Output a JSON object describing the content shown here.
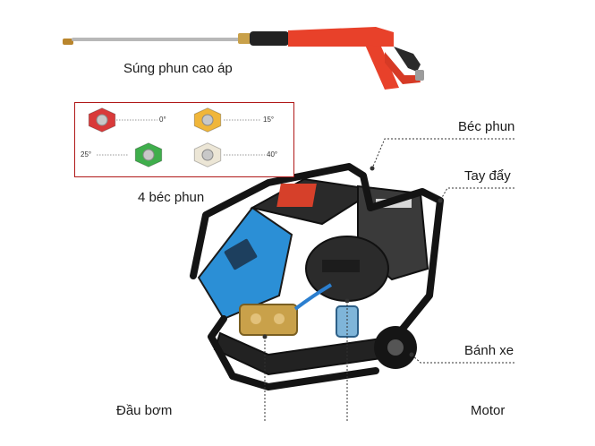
{
  "labels": {
    "spray_gun": "Súng phun cao áp",
    "nozzles": "4 béc phun",
    "nozzle_tip": "Béc phun",
    "push_handle": "Tay đẩy",
    "wheel": "Bánh xe",
    "pump_head": "Đầu bơm",
    "motor": "Motor"
  },
  "nozzle_set": [
    {
      "angle": "0°",
      "color": "#d93a3a"
    },
    {
      "angle": "15°",
      "color": "#f0b63a"
    },
    {
      "angle": "25°",
      "color": "#3fae4c"
    },
    {
      "angle": "40°",
      "color": "#ece6d6"
    }
  ],
  "colors": {
    "gun_body": "#e8412a",
    "frame": "#1a1a1a",
    "panel_blue": "#2b8fd6",
    "pump_brass": "#c9a14a",
    "box_border": "#b01818"
  }
}
